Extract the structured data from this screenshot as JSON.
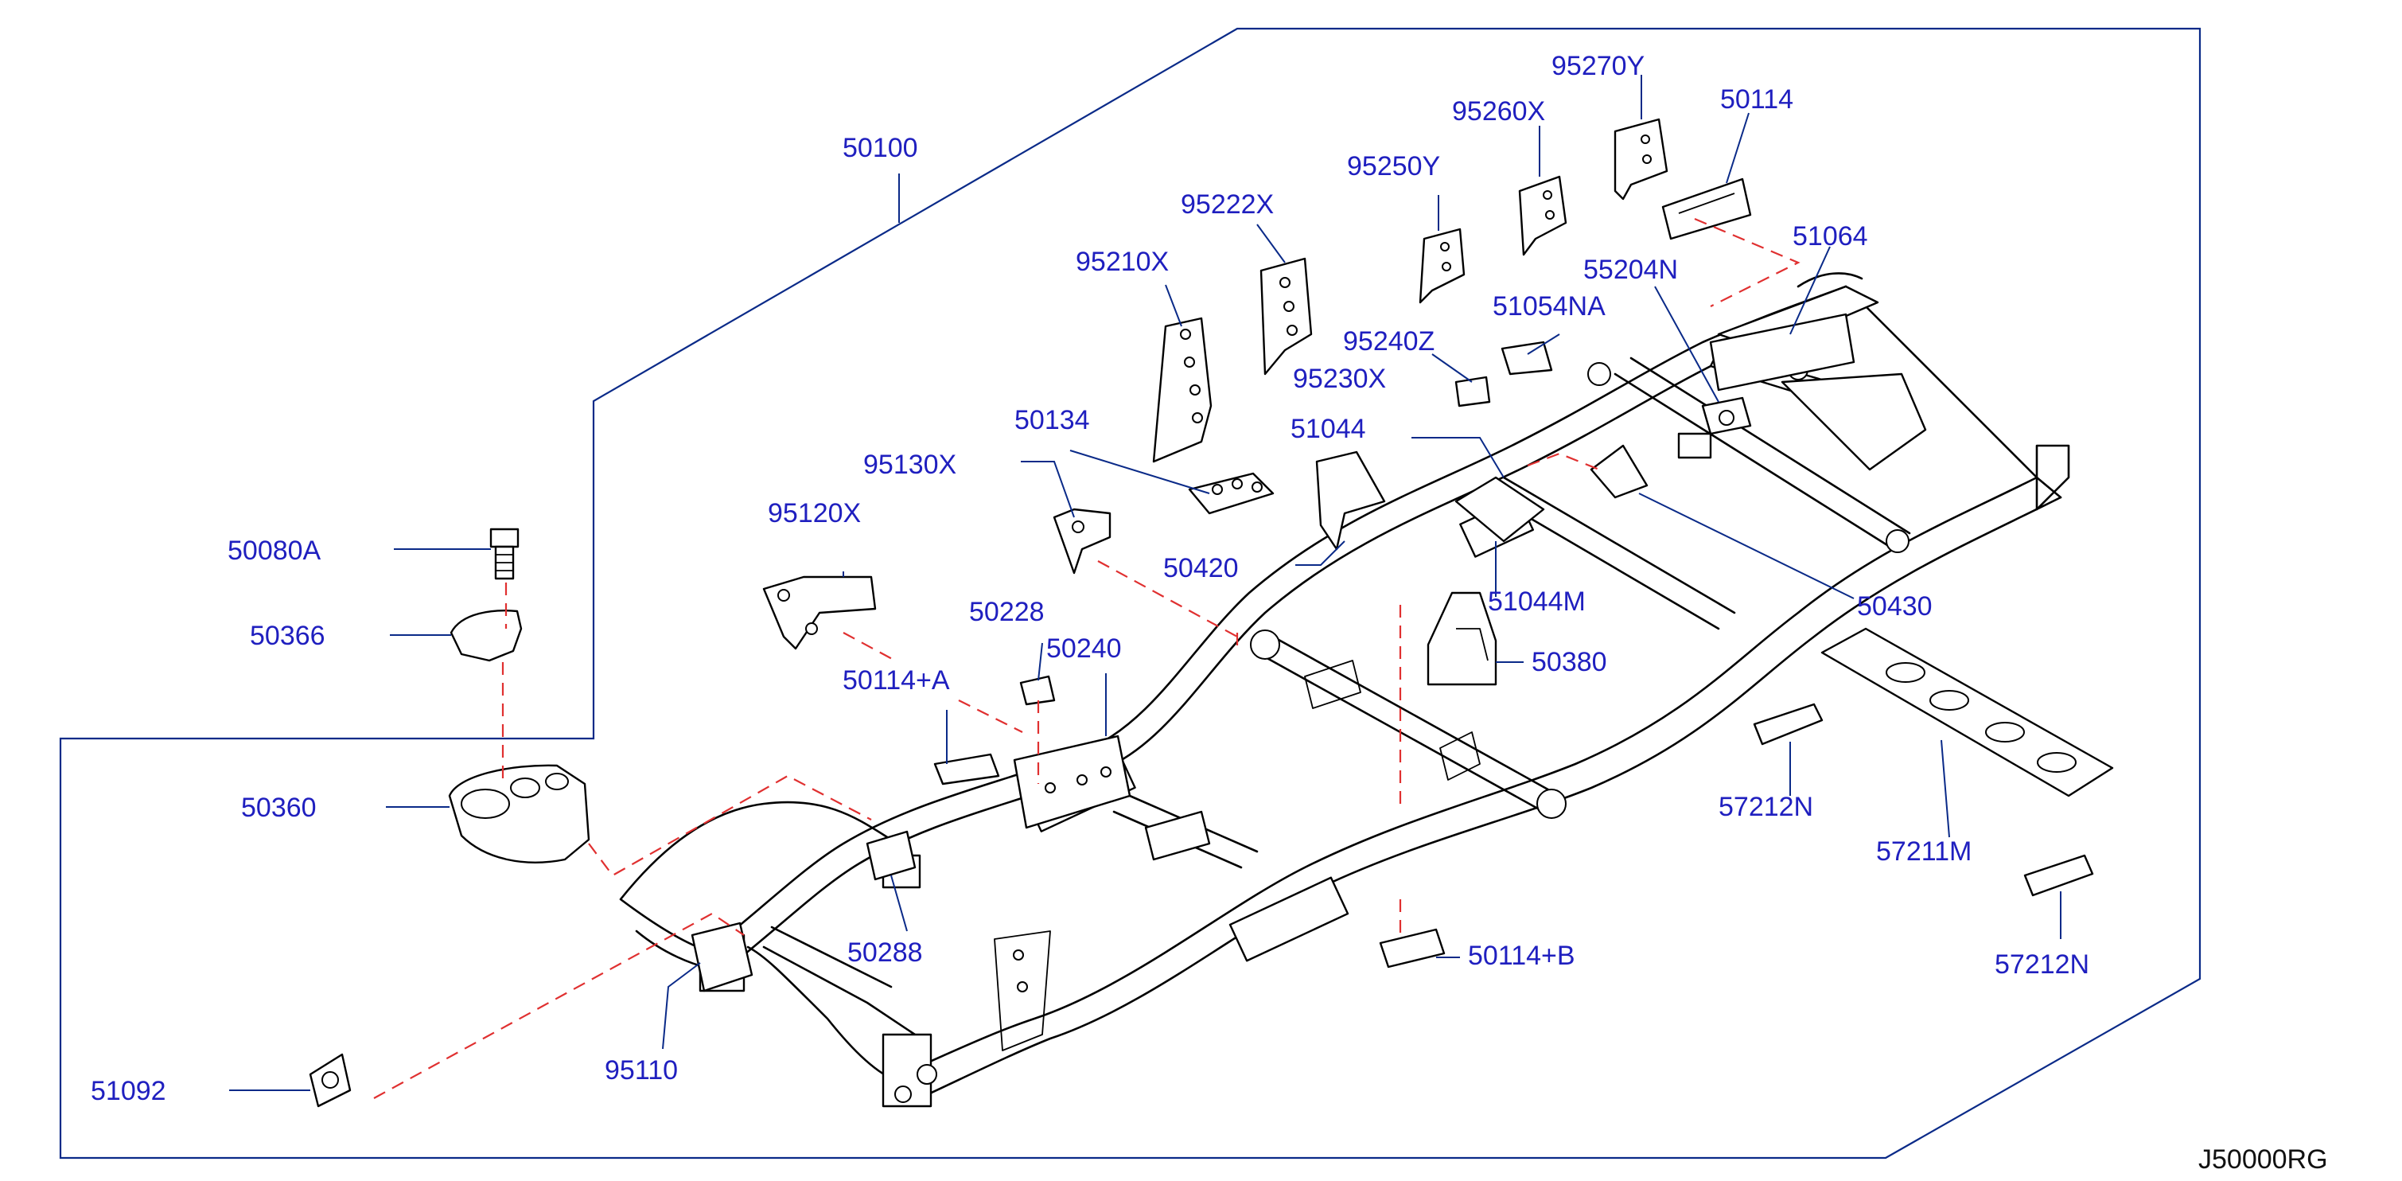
{
  "diagram_code": "J50000RG",
  "parts": {
    "p50100": "50100",
    "p95270Y": "95270Y",
    "p50114": "50114",
    "p95260X": "95260X",
    "p95250Y": "95250Y",
    "p51064": "51064",
    "p95222X": "95222X",
    "p55204N": "55204N",
    "p95210X": "95210X",
    "p51054NA": "51054NA",
    "p95240Z": "95240Z",
    "p95230X": "95230X",
    "p50134": "50134",
    "p51044": "51044",
    "p95130X": "95130X",
    "p95120X": "95120X",
    "p50420": "50420",
    "p50080A": "50080A",
    "p51044M": "51044M",
    "p50430": "50430",
    "p50228": "50228",
    "p50366": "50366",
    "p50240": "50240",
    "p50380": "50380",
    "p50114A": "50114+A",
    "p50360": "50360",
    "p57212N_1": "57212N",
    "p57211M": "57211M",
    "p50288": "50288",
    "p50114B": "50114+B",
    "p57212N_2": "57212N",
    "p95110": "95110",
    "p51092": "51092"
  }
}
